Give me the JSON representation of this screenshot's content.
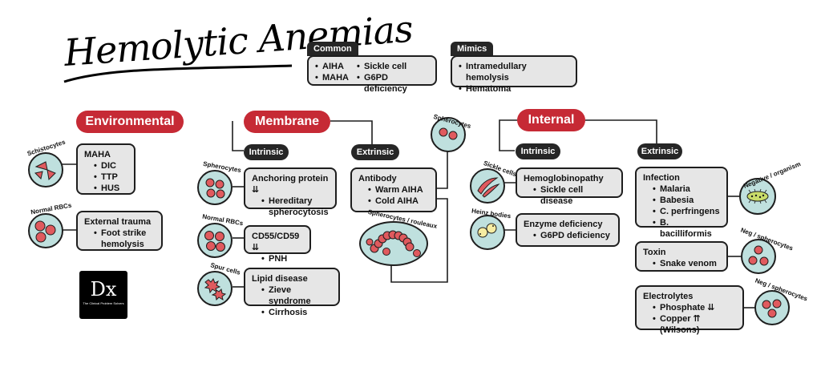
{
  "title": "Hemolytic Anemias",
  "common": {
    "label": "Common",
    "col1": [
      "AIHA",
      "MAHA"
    ],
    "col2": [
      "Sickle cell",
      "G6PD deficiency"
    ]
  },
  "mimics": {
    "label": "Mimics",
    "items": [
      "Intramedullary hemolysis",
      "Hematoma"
    ]
  },
  "environmental": {
    "label": "Environmental",
    "maha": {
      "head": "MAHA",
      "items": [
        "DIC",
        "TTP",
        "HUS"
      ],
      "cell_label": "Schistocytes"
    },
    "trauma": {
      "head": "External trauma",
      "items": [
        "Foot strike hemolysis"
      ],
      "cell_label": "Normal RBCs"
    }
  },
  "membrane": {
    "label": "Membrane",
    "intrinsic_label": "Intrinsic",
    "extrinsic_label": "Extrinsic",
    "anchoring": {
      "head": "Anchoring protein ⇊",
      "items": [
        "Hereditary spherocytosis"
      ],
      "cell_label": "Spherocytes"
    },
    "cd55": {
      "head": "CD55/CD59 ⇊",
      "items": [
        "PNH"
      ],
      "cell_label": "Normal RBCs"
    },
    "lipid": {
      "head": "Lipid disease",
      "items": [
        "Zieve syndrome",
        "Cirrhosis"
      ],
      "cell_label": "Spur cells"
    },
    "antibody": {
      "head": "Antibody",
      "items": [
        "Warm AIHA",
        "Cold AIHA"
      ]
    },
    "spherocytes_label": "Spherocytes",
    "rouleaux_label": "Spherocytes / rouleaux"
  },
  "internal": {
    "label": "Internal",
    "intrinsic_label": "Intrinsic",
    "extrinsic_label": "Extrinsic",
    "hemoglobinopathy": {
      "head": "Hemoglobinopathy",
      "items": [
        "Sickle cell disease"
      ],
      "cell_label": "Sickle cells"
    },
    "enzyme": {
      "head": "Enzyme deficiency",
      "items": [
        "G6PD deficiency"
      ],
      "cell_label": "Heinz bodies"
    },
    "infection": {
      "head": "Infection",
      "items": [
        "Malaria",
        "Babesia",
        "C. perfringens",
        "B. bacilliformis"
      ],
      "cell_label": "Negative / organism"
    },
    "toxin": {
      "head": "Toxin",
      "items": [
        "Snake venom"
      ],
      "cell_label": "Neg / spherocytes"
    },
    "electrolytes": {
      "head": "Electrolytes",
      "items": [
        "Phosphate ⇊",
        "Copper ⇈ (Wilsons)"
      ],
      "cell_label": "Neg / spherocytes"
    }
  },
  "logo": {
    "mark": "Dx",
    "tagline": "The Clinical Problem Solvers"
  },
  "colors": {
    "accent": "#c62a35",
    "cell_fill": "#bfe0de",
    "rbc": "#e05a5e",
    "box_fill": "#e6e6e6",
    "organism": "#c8dc6a"
  }
}
